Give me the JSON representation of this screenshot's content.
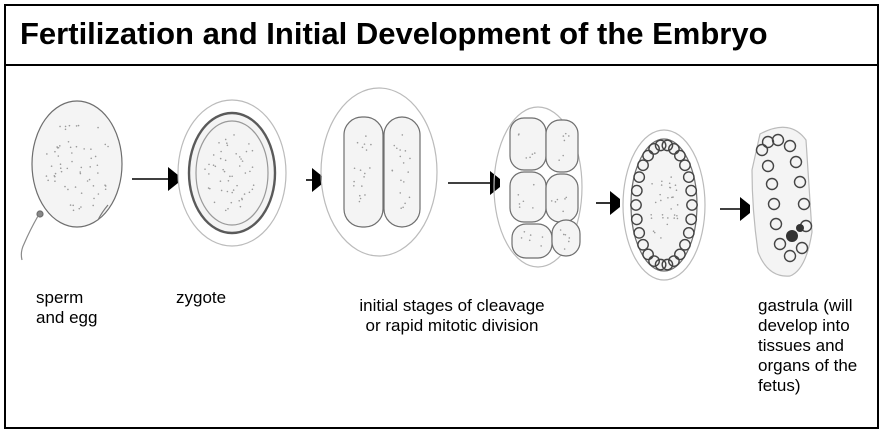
{
  "title": "Fertilization and Initial Development of the Embryo",
  "stages": [
    {
      "id": "sperm-and-egg",
      "caption": "sperm\nand egg"
    },
    {
      "id": "zygote",
      "caption": "zygote"
    },
    {
      "id": "cleavage",
      "caption": "initial stages of cleavage\nor rapid mitotic division"
    },
    {
      "id": "gastrula",
      "caption": "gastrula (will\ndevelop into\ntissues and\norgans of the\nfetus)"
    }
  ],
  "colors": {
    "ink": "#000000",
    "cell_outline": "#6e6e6e",
    "cell_fill": "#f4f4f4",
    "background": "#ffffff"
  }
}
